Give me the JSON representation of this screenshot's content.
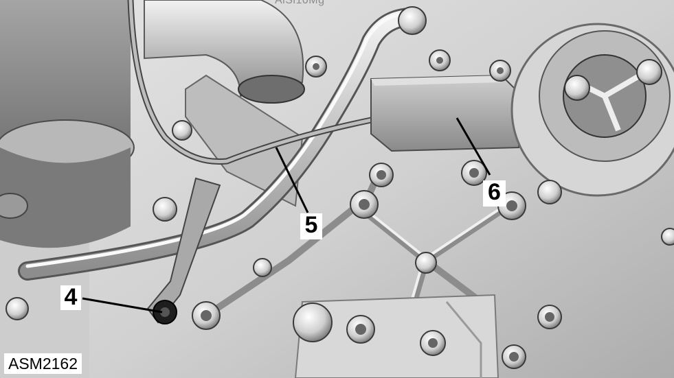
{
  "figure": {
    "code": "ASM2162",
    "cast_marking": "AlSi10Mg",
    "callouts": [
      {
        "id": "4",
        "label": "4"
      },
      {
        "id": "5",
        "label": "5"
      },
      {
        "id": "6",
        "label": "6"
      }
    ]
  },
  "colors": {
    "background": "#c9c9c9",
    "casting_light": "#e6e6e6",
    "casting_mid": "#bdbdbd",
    "casting_dark": "#5a5a5a",
    "label_box": "#ffffff",
    "line": "#000000"
  }
}
